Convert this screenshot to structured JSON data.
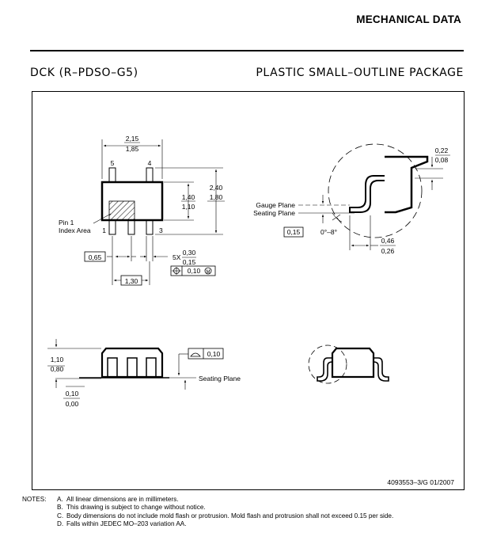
{
  "header": {
    "title": "MECHANICAL DATA",
    "package_code": "DCK (R–PDSO–G5)",
    "package_name": "PLASTIC SMALL–OUTLINE PACKAGE"
  },
  "drawing": {
    "top_view": {
      "body_width": "2,15",
      "body_width_min": "1,85",
      "body_height": "1,40",
      "body_height_min": "1,10",
      "overall_height": "2,40",
      "overall_height_min": "1,80",
      "pin_5": "5",
      "pin_4": "4",
      "pin_1": "1",
      "pin_3": "3",
      "index_label_1": "Pin 1",
      "index_label_2": "Index Area",
      "pitch": "0,65",
      "lead_count": "5X",
      "lead_width_max": "0,30",
      "lead_width_min": "0,15",
      "lead_span": "1,30",
      "position_tol": "0,10",
      "mmc": "M"
    },
    "side_detail": {
      "lead_thickness_max": "0,22",
      "lead_thickness_min": "0,08",
      "gauge_plane": "Gauge Plane",
      "seating_plane": "Seating Plane",
      "gauge_value": "0,15",
      "angle": "0°–8°",
      "foot_length_max": "0,46",
      "foot_length_min": "0,26"
    },
    "front_view": {
      "height_max": "1,10",
      "height_min": "0,80",
      "standoff_max": "0,10",
      "standoff_min": "0,00",
      "flatness": "0,10",
      "seating_plane": "Seating Plane"
    },
    "doc_number": "4093553–3/G  01/2007"
  },
  "notes": {
    "label": "NOTES:",
    "items": [
      {
        "key": "A.",
        "text": "All linear dimensions are in millimeters."
      },
      {
        "key": "B.",
        "text": "This drawing is subject to change without notice."
      },
      {
        "key": "C.",
        "text": "Body dimensions do not include mold flash or protrusion. Mold flash and protrusion shall not exceed 0.15 per side."
      },
      {
        "key": "D.",
        "text": "Falls within JEDEC MO–203 variation AA."
      }
    ]
  }
}
